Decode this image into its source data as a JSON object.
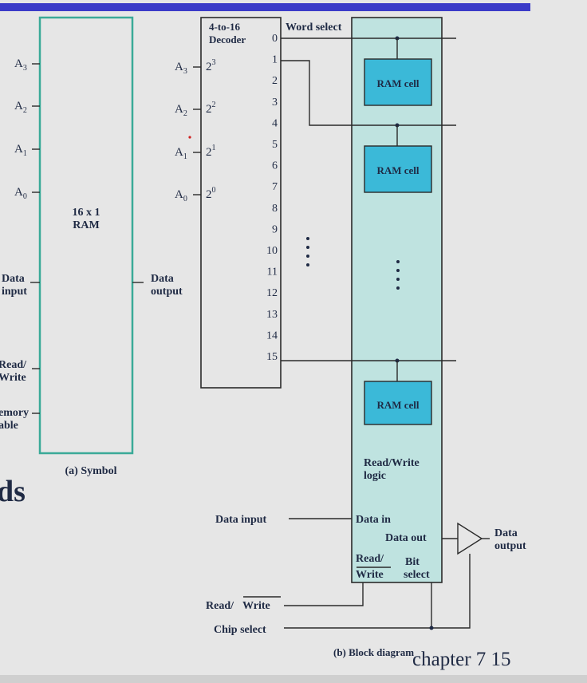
{
  "symbol": {
    "address_pins": [
      "A3",
      "A2",
      "A1",
      "A0"
    ],
    "ram_label_line1": "16 x 1",
    "ram_label_line2": "RAM",
    "data_input_left": [
      "Data",
      "input"
    ],
    "data_output_right": [
      "Data",
      "output"
    ],
    "read_write_left": [
      "Read/",
      "Write"
    ],
    "memory_enable_left": [
      "emory",
      "able"
    ],
    "caption": "(a) Symbol"
  },
  "decoder": {
    "title_line1": "4-to-16",
    "title_line2": "Decoder",
    "inputs": [
      {
        "pin": "A3",
        "power": "2",
        "exp": "3"
      },
      {
        "pin": "A2",
        "power": "2",
        "exp": "2"
      },
      {
        "pin": "A1",
        "power": "2",
        "exp": "1"
      },
      {
        "pin": "A0",
        "power": "2",
        "exp": "0"
      }
    ],
    "outputs": [
      "0",
      "1",
      "2",
      "3",
      "4",
      "5",
      "6",
      "7",
      "8",
      "9",
      "10",
      "11",
      "12",
      "13",
      "14",
      "15"
    ]
  },
  "word_select_label": "Word select",
  "ram_cells": [
    "RAM cell",
    "RAM cell",
    "RAM cell"
  ],
  "read_write_logic": [
    "Read/Write",
    "logic"
  ],
  "block": {
    "data_input_label": "Data input",
    "data_in": "Data in",
    "data_out": "Data out",
    "data_output": [
      "Data",
      "output"
    ],
    "rw_inside": [
      "Read/",
      "Write"
    ],
    "bit_select": [
      "Bit",
      "select"
    ],
    "read_write_bottom_prefix": "Read/",
    "read_write_bottom_overline": "Write",
    "chip_select": "Chip select",
    "caption": "(b) Block diagram"
  },
  "page_footer": "chapter 7   15",
  "partial_heading": "ds",
  "colors": {
    "top_bar": "#3b3bc8",
    "symbol_box": "#3aaa98",
    "block_fill": "#bfe3e0",
    "ram_cell_fill": "#3bb9d8",
    "background": "#e6e6e6"
  }
}
